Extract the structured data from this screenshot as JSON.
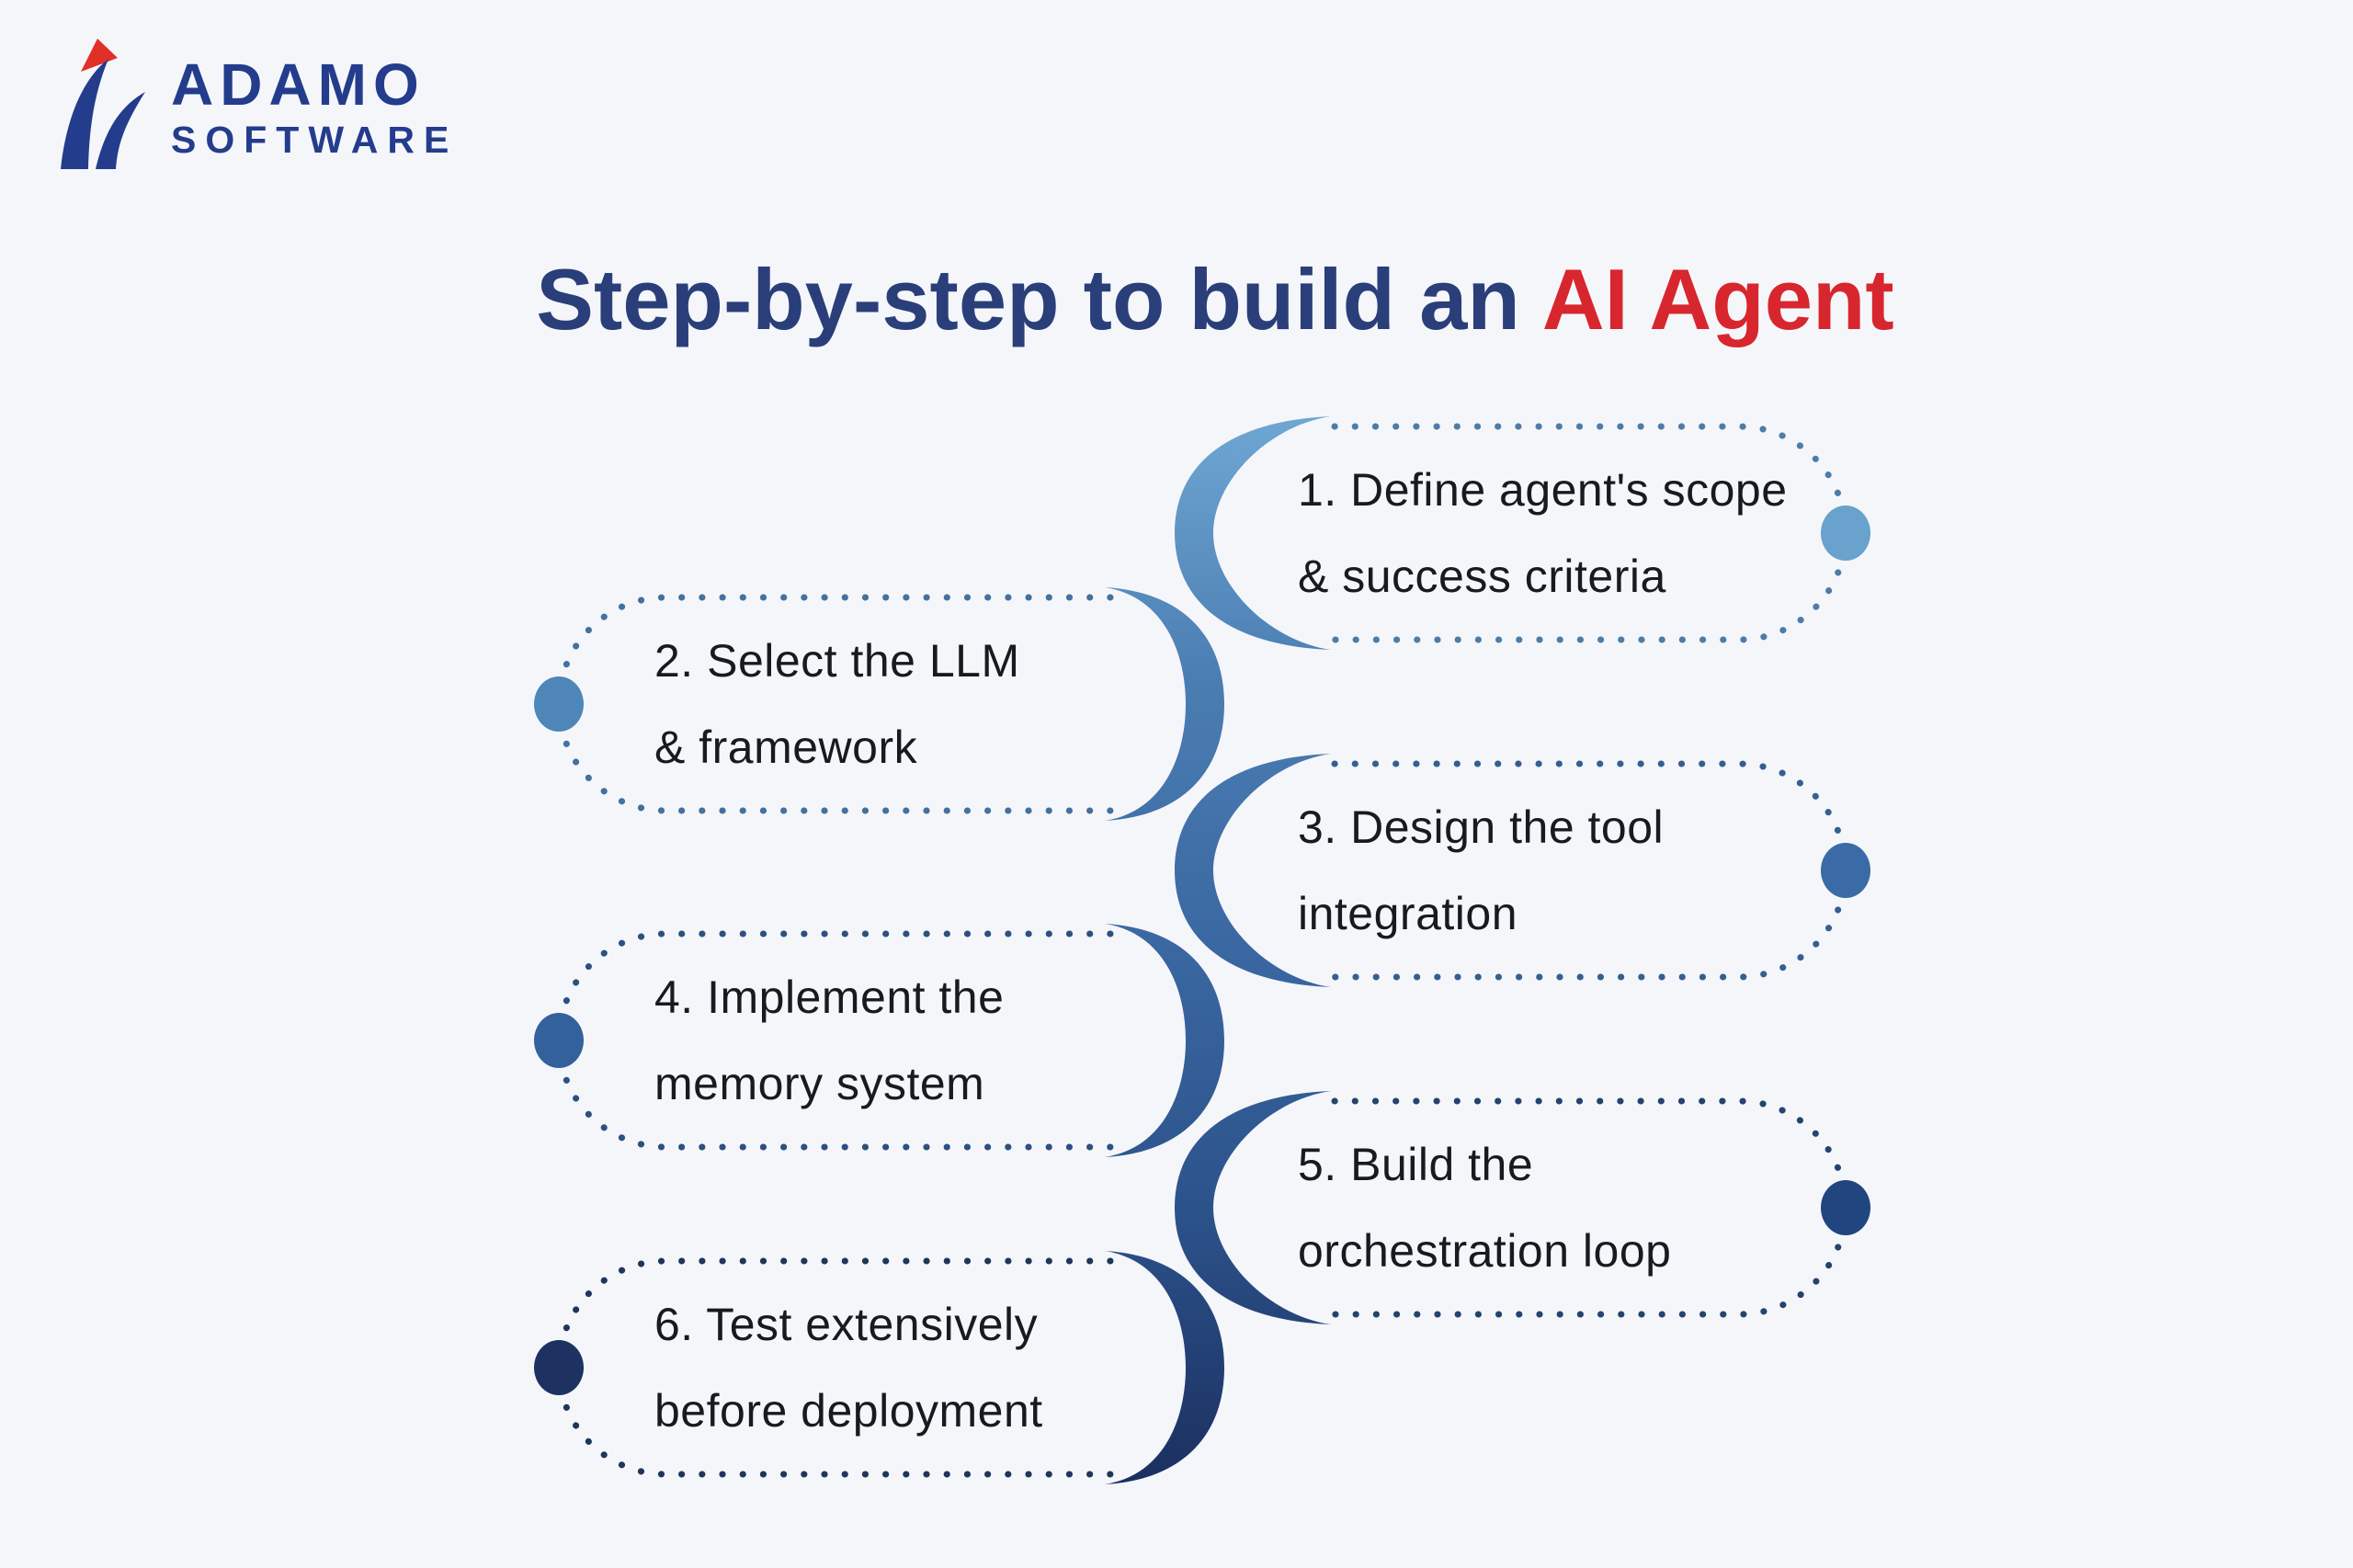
{
  "page": {
    "background": "#f5f6fa"
  },
  "logo": {
    "brand": "ADAMO",
    "sub": "SOFTWARE",
    "navy": "#243c8c",
    "red": "#e03028"
  },
  "title": {
    "main": "Step-by-step to build an",
    "accent": "AI Agent",
    "main_color": "#2a3f79",
    "accent_color": "#d8262e"
  },
  "steps": [
    {
      "number": 1,
      "side": "right",
      "line1": "1. Define agent's scope",
      "line2": "& success criteria",
      "dot_color": "#68a2cd",
      "border_color": "#4d7ca8"
    },
    {
      "number": 2,
      "side": "left",
      "line1": "2. Select the LLM",
      "line2": "& framework",
      "dot_color": "#4e86b8",
      "border_color": "#44719d"
    },
    {
      "number": 3,
      "side": "right",
      "line1": "3. Design the tool",
      "line2": "integration",
      "dot_color": "#3a6ba6",
      "border_color": "#365f90"
    },
    {
      "number": 4,
      "side": "left",
      "line1": "4. Implement the",
      "line2": "memory system",
      "dot_color": "#33619b",
      "border_color": "#2c517f"
    },
    {
      "number": 5,
      "side": "right",
      "line1": "5. Build the",
      "line2": "orchestration loop",
      "dot_color": "#21457e",
      "border_color": "#24436e"
    },
    {
      "number": 6,
      "side": "left",
      "line1": "6. Test extensively",
      "line2": "before deployment",
      "dot_color": "#1d3261",
      "border_color": "#1e3659"
    }
  ],
  "spine": {
    "gradient": [
      "#6fa7d3",
      "#4a7db2",
      "#3a67a1",
      "#2b5189",
      "#1b2e5e"
    ]
  },
  "text_color": "#191a20"
}
